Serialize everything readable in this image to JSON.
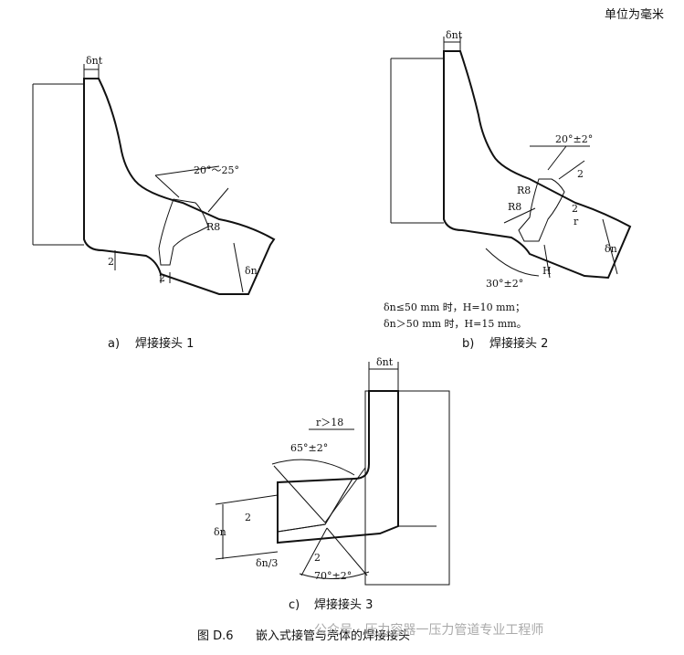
{
  "unit_note": "单位为毫米",
  "figure": {
    "number": "图 D.6",
    "title": "嵌入式接管与壳体的焊接接头"
  },
  "panels": [
    {
      "label": "a)",
      "caption": "焊接接头 1",
      "dims": {
        "thk_nozzle": "δnt",
        "angle": "20°～25°",
        "radius": "R8",
        "gap": "2",
        "land": "2",
        "thk_shell": "δn"
      }
    },
    {
      "label": "b)",
      "caption": "焊接接头 2",
      "dims": {
        "thk_nozzle": "δnt",
        "angle_top": "20°±2°",
        "radius_a": "R8",
        "radius_b": "R8",
        "gap_a": "2",
        "gap_b": "2",
        "r": "r",
        "thk_shell": "δn",
        "H": "H",
        "angle_bottom": "30°±2°"
      },
      "notes": [
        "δn≤50 mm 时，H=10 mm；",
        "δn＞50 mm 时，H=15 mm。"
      ]
    },
    {
      "label": "c)",
      "caption": "焊接接头 3",
      "dims": {
        "thk_nozzle": "δnt",
        "radius": "r＞18",
        "angle_top": "65°±2°",
        "thk_shell": "δn",
        "gap_a": "2",
        "third": "δn/3",
        "gap_b": "2",
        "angle_bottom": "70°±2°"
      }
    }
  ],
  "watermark": "公众号 · 压力容器一压力管道专业工程师"
}
